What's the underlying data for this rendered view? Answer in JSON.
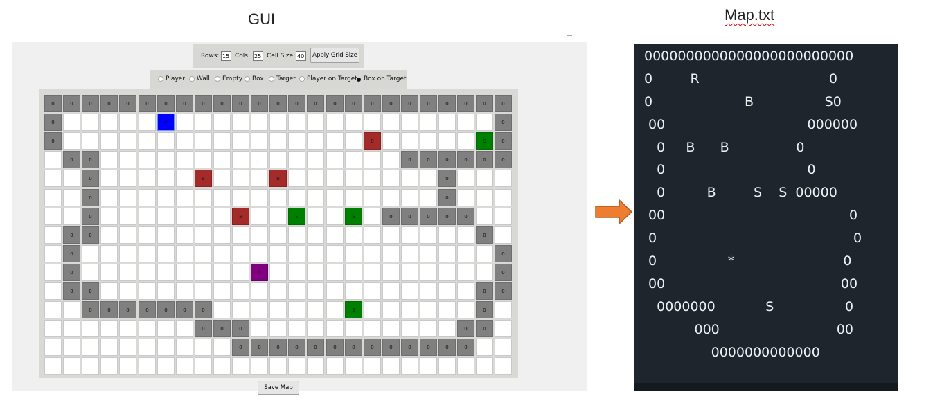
{
  "labels": {
    "gui_title": "GUI",
    "map_title": "Map.txt"
  },
  "controls": {
    "rows_label": "Rows:",
    "rows_value": "15",
    "cols_label": "Cols:",
    "cols_value": "25",
    "cell_size_label": "Cell Size:",
    "cell_size_value": "40",
    "apply_button": "Apply Grid Size",
    "save_button": "Save Map"
  },
  "modes": {
    "options": [
      "Player",
      "Wall",
      "Empty",
      "Box",
      "Target",
      "Player on Target",
      "Box on Target"
    ],
    "selected": "Box on Target"
  },
  "grid": {
    "rows": 15,
    "cols": 25,
    "map": [
      "0000000000000000000000000",
      "0     R                 0",
      "0                B     S0",
      " 00                000000",
      "  0     B   B        0   ",
      "  0                  0   ",
      "  0       B  S  S 00000  ",
      " 00                    0 ",
      " 0                      0",
      " 0         *            0",
      " 00                    00",
      "  0000000       S      0 ",
      "        000           00 ",
      "          0000000000000  ",
      ""
    ]
  },
  "terminal": {
    "lines": [
      "0000000000000000000000000",
      "0         R                               0",
      "0                      B                 S0",
      " 00                                  000000",
      "   0     B      B                0",
      "   0                                  0",
      "   0          B         S    S  00000",
      " 00                                            0",
      " 0                                               0",
      " 0                 *                          0",
      " 00                                          00",
      "   0000000            S                 0",
      "            000                            00",
      "                0000000000000"
    ]
  },
  "colors": {
    "wall": "#808080",
    "box": "#a52a2a",
    "target": "#008000",
    "player": "#0000ff",
    "player_on_target": "#800080",
    "arrow": "#ed7d31",
    "terminal_bg": "#1e252d"
  }
}
